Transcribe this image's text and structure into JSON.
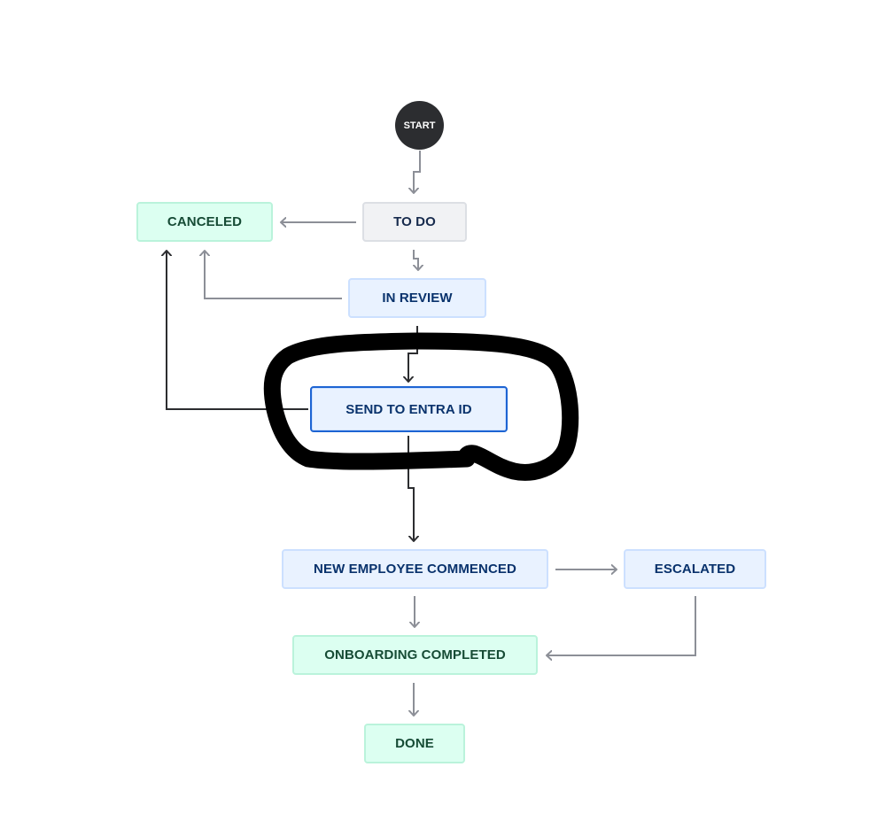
{
  "diagram": {
    "start_label": "START",
    "statuses": {
      "todo": "TO DO",
      "canceled": "CANCELED",
      "in_review": "IN REVIEW",
      "send_to_entra": "SEND TO ENTRA ID",
      "new_employee": "NEW EMPLOYEE COMMENCED",
      "escalated": "ESCALATED",
      "onboarding": "ONBOARDING COMPLETED",
      "done": "DONE"
    },
    "colors": {
      "done_category_bg": "#dcfff1",
      "todo_category_bg": "#f1f2f4",
      "in_progress_category_bg": "#e9f2ff",
      "selected_border": "#1d64d3",
      "transition_gray": "#8c8f97",
      "transition_dark": "#2c2d30",
      "highlight_ink": "#000000"
    }
  }
}
